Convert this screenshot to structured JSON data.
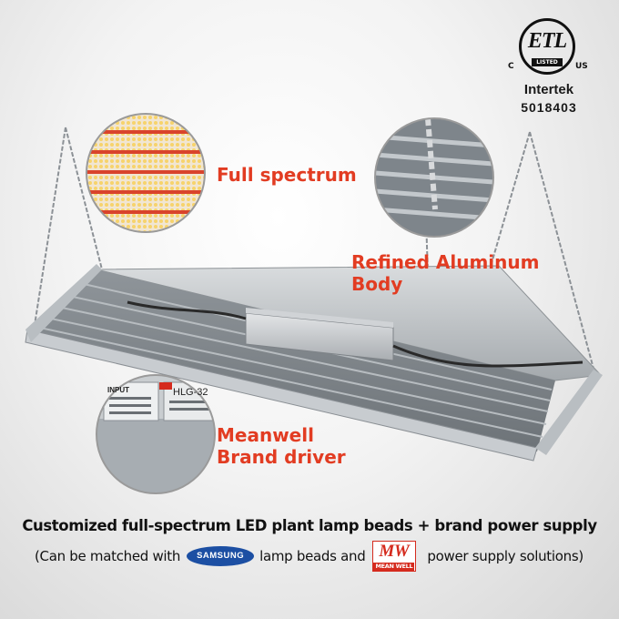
{
  "certification": {
    "etl_mark": "ETL",
    "listed": "LISTED",
    "left_mark": "C",
    "right_mark": "US",
    "brand": "Intertek",
    "code": "5018403"
  },
  "features": [
    {
      "label_line1": "Full spectrum",
      "label_line2": ""
    },
    {
      "label_line1": "Refined Aluminum",
      "label_line2": "Body"
    },
    {
      "label_line1": "Meanwell",
      "label_line2": "Brand driver"
    }
  ],
  "caption": {
    "headline": "Customized full-spectrum LED plant lamp beads + brand power supply",
    "sub_prefix": "(Can be matched with",
    "samsung_logo": "SAMSUNG",
    "sub_middle": "lamp beads and",
    "mw_logo_letters": "MW",
    "mw_logo_name": "MEAN WELL",
    "sub_suffix": "power supply solutions)"
  },
  "driver_label": {
    "input": "INPUT",
    "model": "HLG-32"
  },
  "colors": {
    "accent_red": "#e23c22",
    "samsung_blue": "#1c4fa3",
    "meanwell_red": "#d52b1e"
  }
}
